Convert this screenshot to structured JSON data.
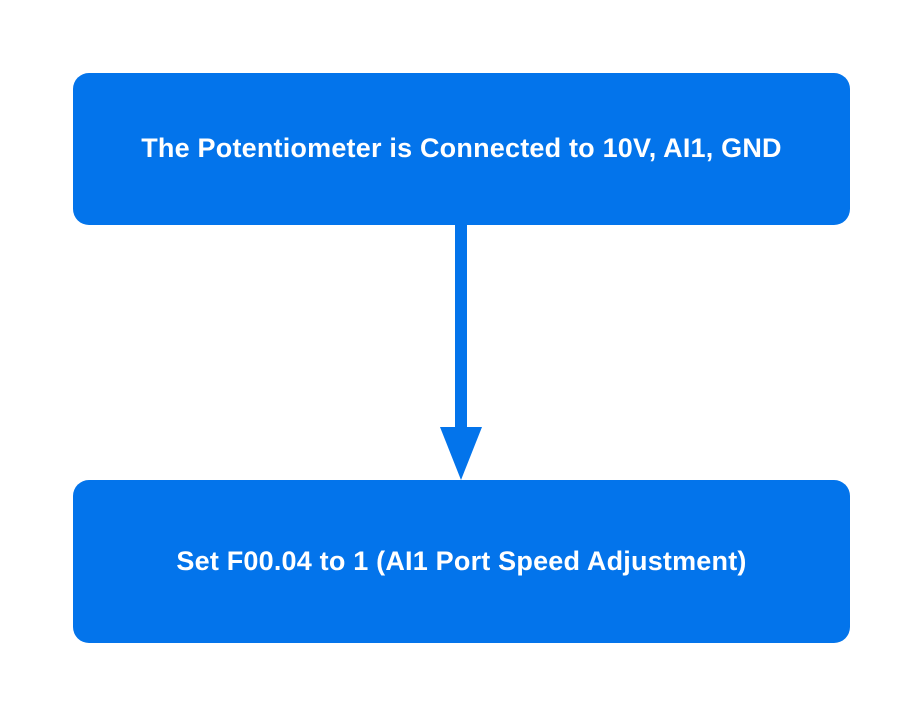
{
  "diagram": {
    "type": "flowchart",
    "background_color": "#ffffff",
    "node_fill_color": "#0374EB",
    "node_text_color": "#ffffff",
    "nodes": [
      {
        "id": "step-1",
        "label": "The Potentiometer is Connected to 10V, AI1, GND"
      },
      {
        "id": "step-2",
        "label": "Set F00.04 to 1 (AI1 Port Speed Adjustment)"
      }
    ],
    "connector": {
      "from": "step-1",
      "to": "step-2",
      "direction": "down",
      "style": "solid-arrow",
      "color": "#0374EB"
    }
  }
}
